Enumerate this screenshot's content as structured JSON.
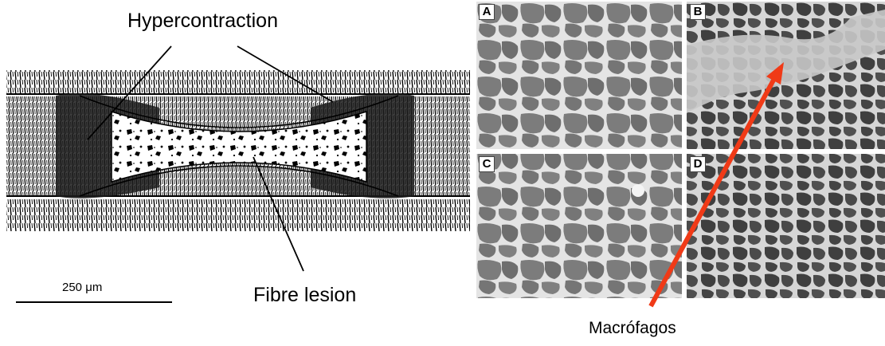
{
  "drawing": {
    "label_hypercontraction": "Hypercontraction",
    "label_fibre_lesion": "Fibre lesion",
    "scale_bar_label": "250 μm"
  },
  "micrographs": {
    "panels": [
      {
        "letter": "A"
      },
      {
        "letter": "B"
      },
      {
        "letter": "C"
      },
      {
        "letter": "D"
      }
    ],
    "arrow_label": "Macrófagos",
    "arrow_color": "#f03a17"
  }
}
